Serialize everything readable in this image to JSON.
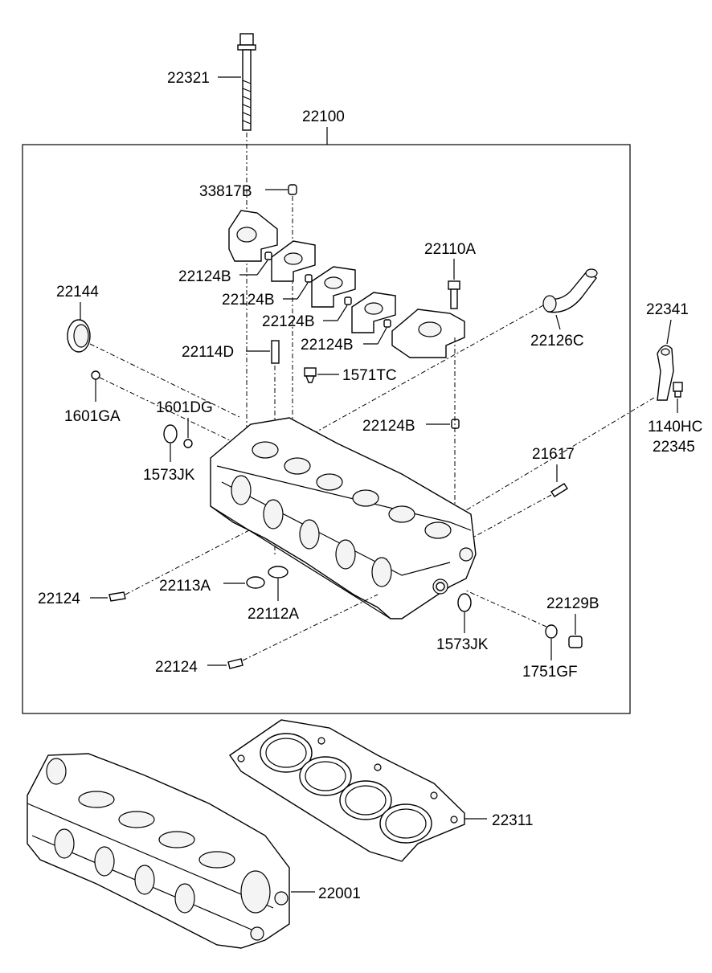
{
  "labels": {
    "p22321": "22321",
    "p22100": "22100",
    "p33817B": "33817B",
    "p22124B_1": "22124B",
    "p22124B_2": "22124B",
    "p22124B_3": "22124B",
    "p22124B_4": "22124B",
    "p22124B_5": "22124B",
    "p22110A": "22110A",
    "p22144": "22144",
    "p22126C": "22126C",
    "p22341": "22341",
    "p22114D": "22114D",
    "p1571TC": "1571TC",
    "p1601GA": "1601GA",
    "p1601DG": "1601DG",
    "p1140HC": "1140HC",
    "p22345": "22345",
    "p1573JK_1": "1573JK",
    "p21617": "21617",
    "p22124_1": "22124",
    "p22113A": "22113A",
    "p22112A": "22112A",
    "p22129B": "22129B",
    "p1573JK_2": "1573JK",
    "p1751GF": "1751GF",
    "p22124_2": "22124",
    "p22311": "22311",
    "p22001": "22001"
  }
}
